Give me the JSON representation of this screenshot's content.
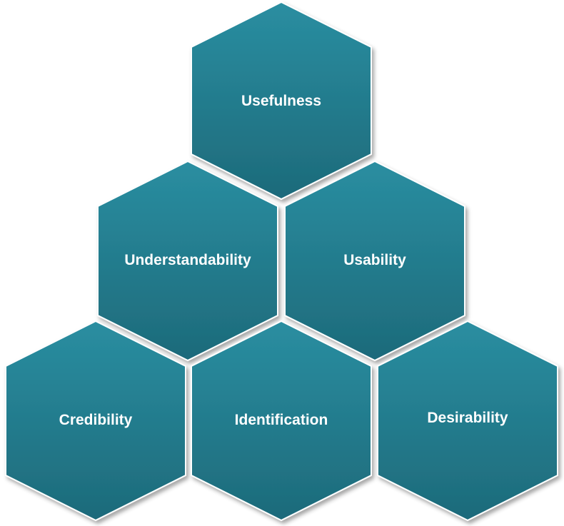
{
  "hexagons": [
    {
      "id": "usefulness",
      "label": "Usefulness"
    },
    {
      "id": "understandability",
      "label": "Understandability"
    },
    {
      "id": "usability",
      "label": "Usability"
    },
    {
      "id": "credibility",
      "label": "Credibility"
    },
    {
      "id": "identification",
      "label": "Identification"
    },
    {
      "id": "desirability",
      "label": "Desirability"
    }
  ],
  "colors": {
    "hex_top": "#2a8ea1",
    "hex_bottom": "#1d6a7a",
    "hex_border": "#ffffff",
    "label": "#ffffff"
  }
}
